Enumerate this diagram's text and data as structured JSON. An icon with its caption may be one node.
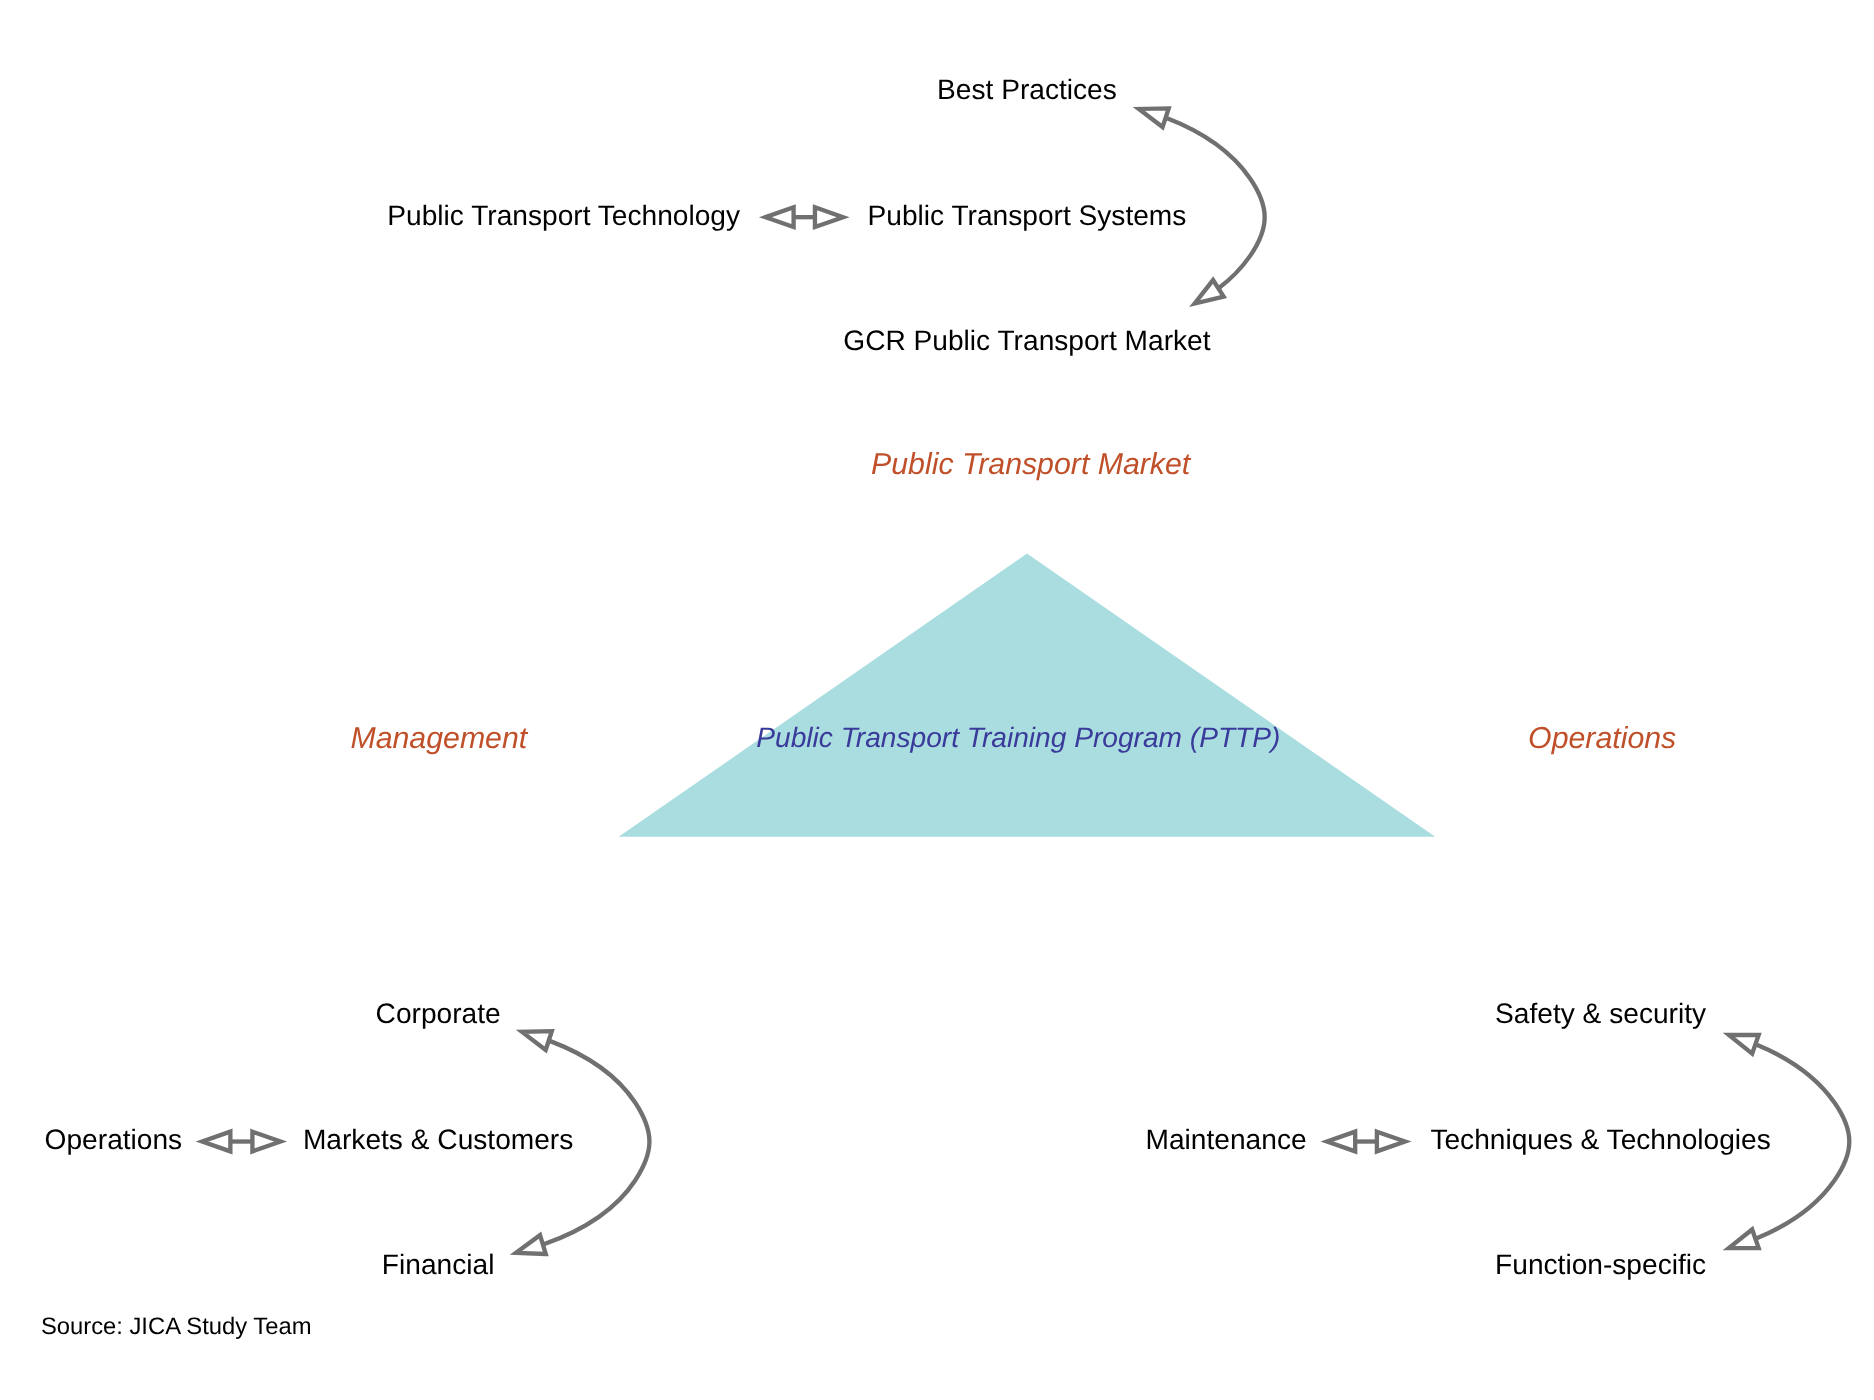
{
  "diagram": {
    "caption": "Source: JICA Study Team",
    "nodes": [
      {
        "text": [
          "Best Practices"
        ]
      },
      {
        "text": [
          "Public Transport Technology"
        ]
      },
      {
        "text": [
          "Public Transport Systems"
        ]
      },
      {
        "text": [
          "GCR Public Transport Market"
        ]
      },
      {
        "text": [
          "Public Transport Training Program (PTTP)"
        ],
        "beside": [
          "Public Transport Market",
          "Management",
          "Operations"
        ]
      },
      {
        "text": [
          "Corporate"
        ]
      },
      {
        "text": [
          "Operations"
        ]
      },
      {
        "text": [
          "Markets & Customers"
        ]
      },
      {
        "text": [
          "Financial"
        ]
      },
      {
        "text": [
          "Safety & security"
        ]
      },
      {
        "text": [
          "Maintenance"
        ]
      },
      {
        "text": [
          "Techniques & Technologies"
        ]
      },
      {
        "text": [
          "Function-specific"
        ]
      }
    ],
    "edges": [
      {
        "from": 0,
        "to": 3,
        "arrow": "both"
      },
      {
        "from": 1,
        "to": 2,
        "arrow": "both"
      },
      {
        "from": 5,
        "to": 8,
        "arrow": "both"
      },
      {
        "from": 6,
        "to": 7,
        "arrow": "both"
      },
      {
        "from": 9,
        "to": 12,
        "arrow": "both"
      },
      {
        "from": 10,
        "to": 11,
        "arrow": "both"
      }
    ]
  }
}
